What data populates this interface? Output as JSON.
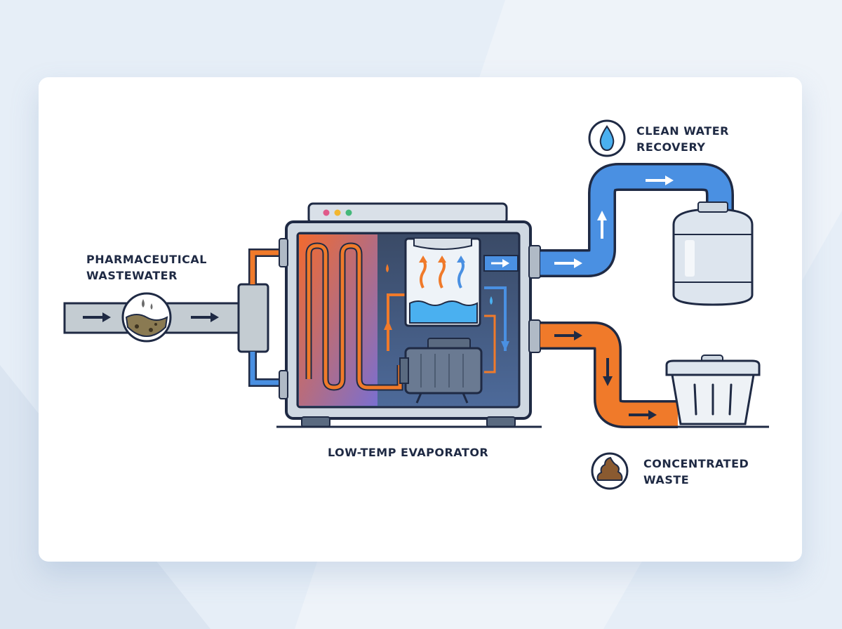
{
  "diagram": {
    "labels": {
      "input": "PHARMACEUTICAL\nWASTEWATER",
      "evaporator": "LOW-TEMP EVAPORATOR",
      "clean_water": "CLEAN WATER\nRECOVERY",
      "waste": "CONCENTRATED\nWASTE"
    },
    "icons": {
      "input": "dirty-water-icon",
      "clean_water": "water-drop-icon",
      "waste": "waste-pile-icon",
      "tank": "water-tank-icon",
      "bin": "waste-bin-icon"
    },
    "colors": {
      "cold_pipe": "#4a90e2",
      "hot_pipe": "#f07a2a",
      "inlet_pipe": "#c4ccd2",
      "outline": "#1f2a44"
    }
  }
}
